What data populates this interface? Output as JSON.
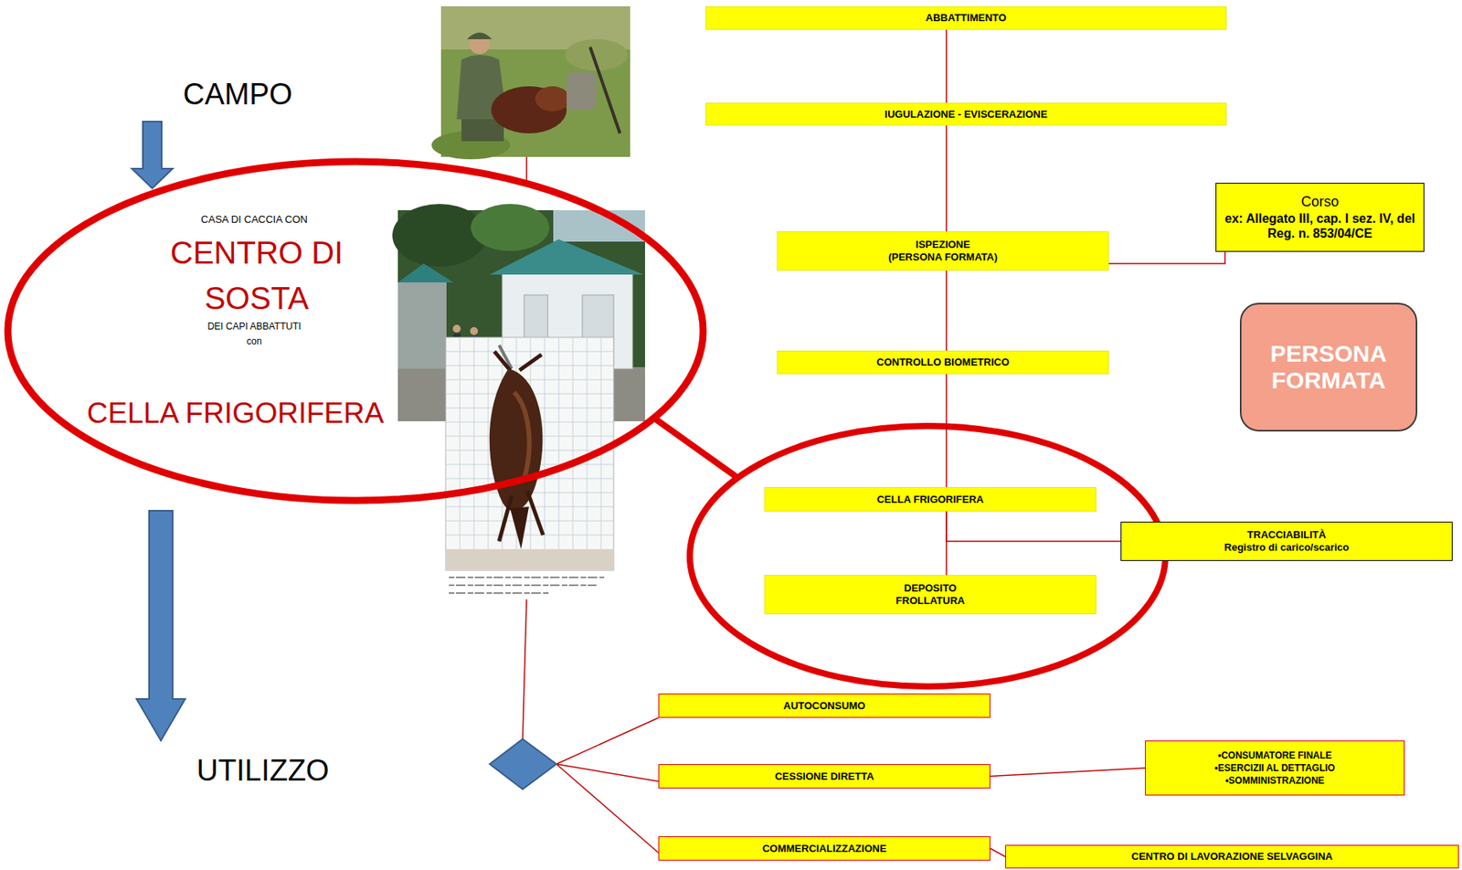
{
  "diagram": {
    "nodes": [
      {
        "text": [
          "ABBATTIMENTO"
        ]
      },
      {
        "text": [
          "IUGULAZIONE - EVISCERAZIONE"
        ]
      },
      {
        "text": [
          "Corso",
          "ex: Allegato III, cap. I sez. IV, del Reg. n. 853/04/CE"
        ]
      },
      {
        "text": [
          "CASA DI CACCIA CON",
          "CENTRO DI SOSTA",
          "DEI CAPI ABBATTUTI con",
          "CELLA FRIGORIFERA"
        ]
      },
      {
        "text": [
          "ISPEZIONE",
          "(PERSONA FORMATA)"
        ]
      },
      {
        "text": [
          "PERSONA FORMATA"
        ]
      },
      {
        "text": [
          "CONTROLLO BIOMETRICO"
        ]
      },
      {
        "text": [
          "CELLA FRIGORIFERA"
        ]
      },
      {
        "text": [
          "TRACCIABILITÀ",
          "Registro di carico/scarico"
        ]
      },
      {
        "text": [
          "DEPOSITO FROLLATURA"
        ]
      },
      {
        "text": [
          "AUTOCONSUMO"
        ]
      },
      {
        "text": [
          "CESSIONE DIRETTA"
        ]
      },
      {
        "text": [
          "•CONSUMATORE FINALE",
          "•ESERCIZII AL DETTAGLIO",
          "•SOMMINISTRAZIONE"
        ]
      },
      {
        "text": [
          "COMMERCIALIZZAZIONE"
        ]
      },
      {
        "text": [
          "CENTRO DI LAVORAZIONE SELVAGGINA"
        ]
      }
    ],
    "edges": [
      {
        "from": 0,
        "to": 1,
        "arrow": "none"
      },
      {
        "from": 1,
        "to": 4,
        "arrow": "none"
      },
      {
        "from": 4,
        "to": 2,
        "arrow": "none"
      },
      {
        "from": 4,
        "to": 6,
        "arrow": "none"
      },
      {
        "from": 6,
        "to": 7,
        "arrow": "none"
      },
      {
        "from": 7,
        "to": 9,
        "arrow": "none"
      },
      {
        "from": 7,
        "to": 8,
        "arrow": "none"
      },
      {
        "from": 11,
        "to": 12,
        "arrow": "none"
      },
      {
        "from": 13,
        "to": 14,
        "arrow": "none"
      }
    ],
    "labels": [
      "CAMPO",
      "UTILIZZO"
    ]
  }
}
